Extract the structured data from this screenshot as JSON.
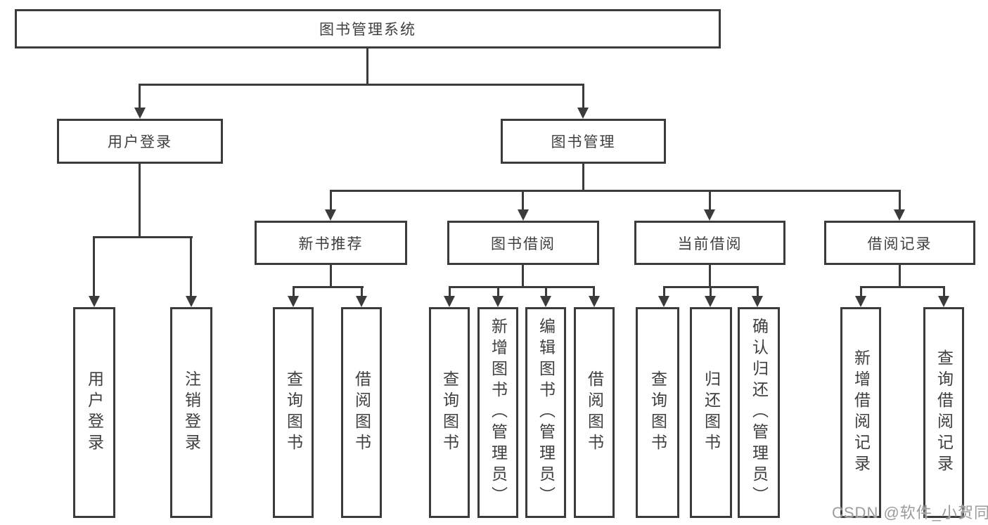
{
  "tree": {
    "root": {
      "label": "图书管理系统",
      "children": [
        {
          "label": "用户登录",
          "children": [
            {
              "label": "用户登录"
            },
            {
              "label": "注销登录"
            }
          ]
        },
        {
          "label": "图书管理",
          "children": [
            {
              "label": "新书推荐",
              "children": [
                {
                  "label": "查询图书"
                },
                {
                  "label": "借阅图书"
                }
              ]
            },
            {
              "label": "图书借阅",
              "children": [
                {
                  "label": "查询图书"
                },
                {
                  "label": "新增图书（管理员）"
                },
                {
                  "label": "编辑图书（管理员）"
                },
                {
                  "label": "借阅图书"
                }
              ]
            },
            {
              "label": "当前借阅",
              "children": [
                {
                  "label": "查询图书"
                },
                {
                  "label": "归还图书"
                },
                {
                  "label": "确认归还（管理员）"
                }
              ]
            },
            {
              "label": "借阅记录",
              "children": [
                {
                  "label": "新增借阅记录"
                },
                {
                  "label": "查询借阅记录"
                }
              ]
            }
          ]
        }
      ]
    }
  },
  "watermark": {
    "text": "CSDN @软件_小贺同学"
  },
  "colors": {
    "line": "#3b3b3b",
    "text": "#3f3f3f",
    "bg": "#ffffff",
    "wm": "#9c9c9c"
  }
}
